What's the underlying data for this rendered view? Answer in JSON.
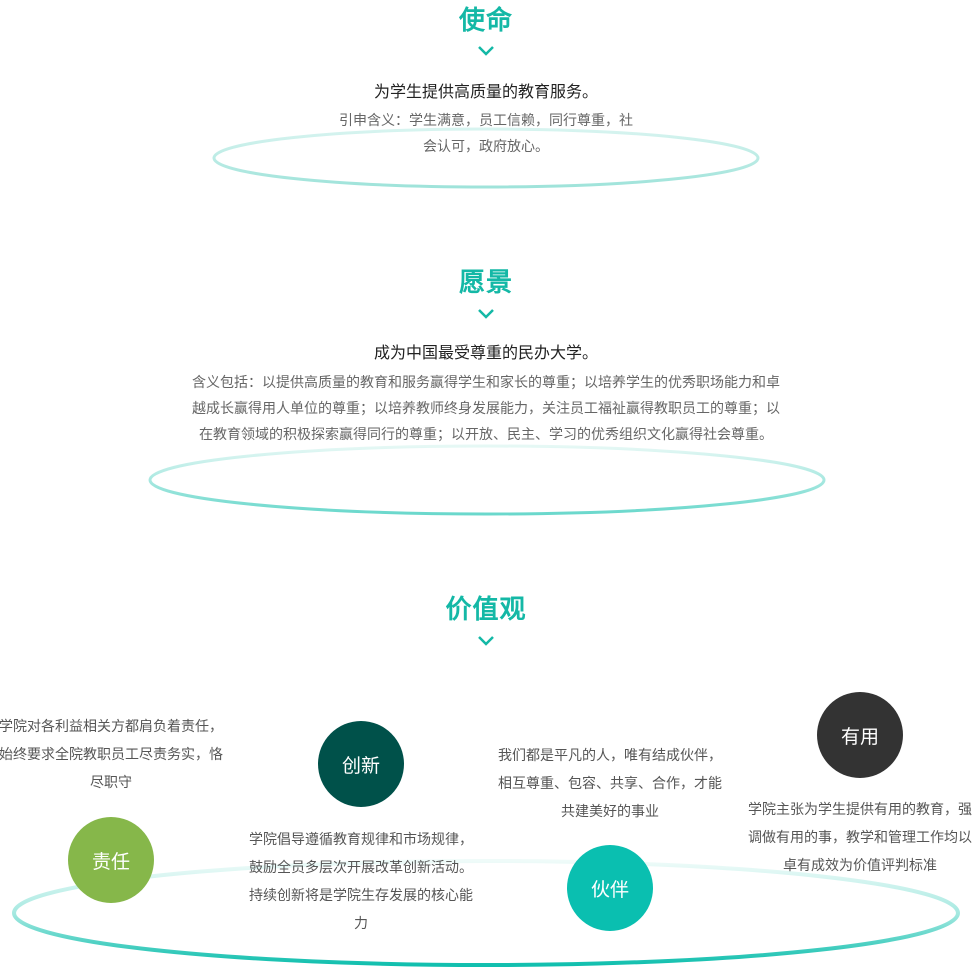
{
  "mission": {
    "title": "使命",
    "lead": "为学生提供高质量的教育服务。",
    "desc": "引申含义：学生满意，员工信赖，同行尊重，社会认可，政府放心。"
  },
  "vision": {
    "title": "愿景",
    "lead": "成为中国最受尊重的民办大学。",
    "desc": "含义包括：以提供高质量的教育和服务赢得学生和家长的尊重；以培养学生的优秀职场能力和卓越成长赢得用人单位的尊重；以培养教师终身发展能力，关注员工福祉赢得教职员工的尊重；以在教育领域的积极探索赢得同行的尊重；以开放、民主、学习的优秀组织文化赢得社会尊重。"
  },
  "values": {
    "title": "价值观",
    "items": [
      {
        "label": "责任",
        "color": "#86b74a",
        "text": "学院对各利益相关方都肩负着责任，始终要求全院教职员工尽责务实，恪尽职守"
      },
      {
        "label": "创新",
        "color": "#00514a",
        "text": "学院倡导遵循教育规律和市场规律，鼓励全员多层次开展改革创新活动。持续创新将是学院生存发展的核心能力"
      },
      {
        "label": "伙伴",
        "color": "#0abfb0",
        "text": "我们都是平凡的人，唯有结成伙伴，相互尊重、包容、共享、合作，才能共建美好的事业"
      },
      {
        "label": "有用",
        "color": "#333333",
        "text": "学院主张为学生提供有用的教育，强调做有用的事，教学和管理工作均以卓有成效为价值评判标准"
      }
    ]
  },
  "colors": {
    "accent": "#14b8a6"
  }
}
